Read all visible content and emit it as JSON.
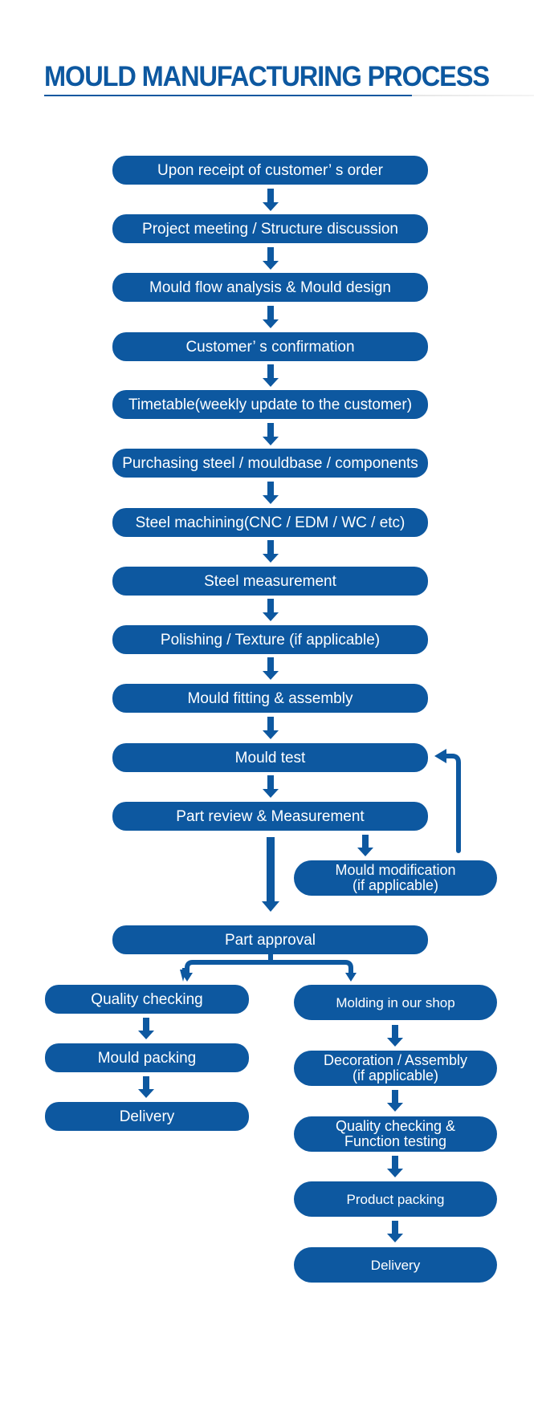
{
  "title": "MOULD MANUFACTURING PROCESS",
  "colors": {
    "primary": "#0d58a0",
    "text_on_primary": "#ffffff",
    "background": "#ffffff"
  },
  "main_steps": [
    "Upon receipt of customer’ s order",
    "Project meeting / Structure discussion",
    "Mould flow analysis & Mould design",
    "Customer’ s confirmation",
    "Timetable(weekly update to the customer)",
    "Purchasing steel / mouldbase / components",
    "Steel machining(CNC / EDM / WC / etc)",
    "Steel measurement",
    "Polishing / Texture (if applicable)",
    "Mould fitting & assembly",
    "Mould test",
    "Part review & Measurement"
  ],
  "modification": {
    "line1": "Mould modification",
    "line2": "(if applicable)"
  },
  "approval": "Part approval",
  "left_branch": [
    "Quality checking",
    "Mould packing",
    "Delivery"
  ],
  "right_branch": {
    "molding": "Molding in our shop",
    "decoration": {
      "line1": "Decoration / Assembly",
      "line2": "(if applicable)"
    },
    "quality": {
      "line1": "Quality checking &",
      "line2": "Function testing"
    },
    "packing": "Product packing",
    "delivery": "Delivery"
  }
}
